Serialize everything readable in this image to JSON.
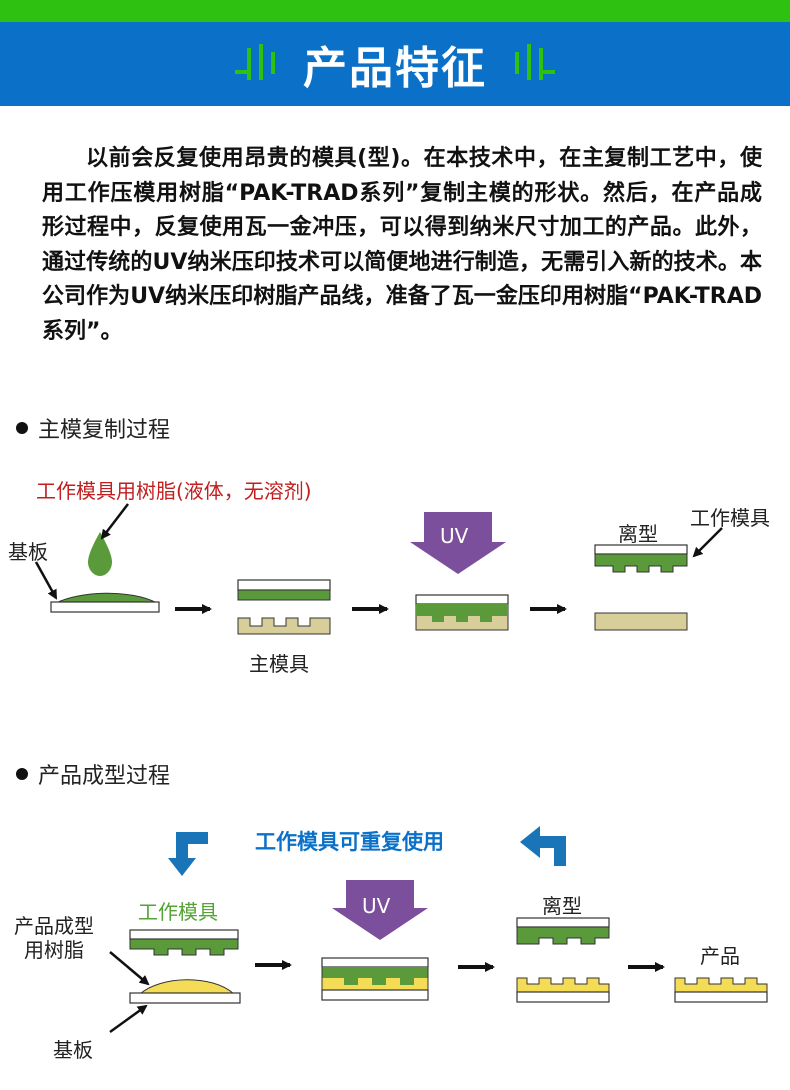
{
  "header": {
    "title": "产品特征"
  },
  "intro": {
    "paragraph": "以前会反复使用昂贵的模具(型)。在本技术中，在主复制工艺中，使用工作压模用树脂“PAK-TRAD系列”复制主模的形状。然后，在产品成形过程中，反复使用瓦一金冲压，可以得到纳米尺寸加工的产品。此外，通过传统的UV纳米压印技术可以简便地进行制造，无需引入新的技术。本公司作为UV纳米压印树脂产品线，准备了瓦一金压印用树脂“PAK-TRAD系列”。"
  },
  "master_process": {
    "title": "主模复制过程",
    "resin_label": "工作模具用树脂(液体，无溶剂)",
    "substrate_label": "基板",
    "master_label": "主模具",
    "uv_label": "UV",
    "release_label": "离型",
    "working_mold_label": "工作模具"
  },
  "product_process": {
    "title": "产品成型过程",
    "reuse_label": "工作模具可重复使用",
    "working_mold_label": "工作模具",
    "resin_label_line1": "产品成型",
    "resin_label_line2": "用树脂",
    "substrate_label": "基板",
    "uv_label": "UV",
    "release_label": "离型",
    "product_label": "产品"
  },
  "colors": {
    "header_blue": "#0b71c8",
    "top_green": "#2fc112",
    "mold_green": "#5a9a3a",
    "master_tan": "#d8ce99",
    "product_yellow": "#f5dc57",
    "uv_purple": "#7b4f9c",
    "resin_red_text": "#c11f1f",
    "reuse_arrow_blue": "#1a74b8"
  }
}
